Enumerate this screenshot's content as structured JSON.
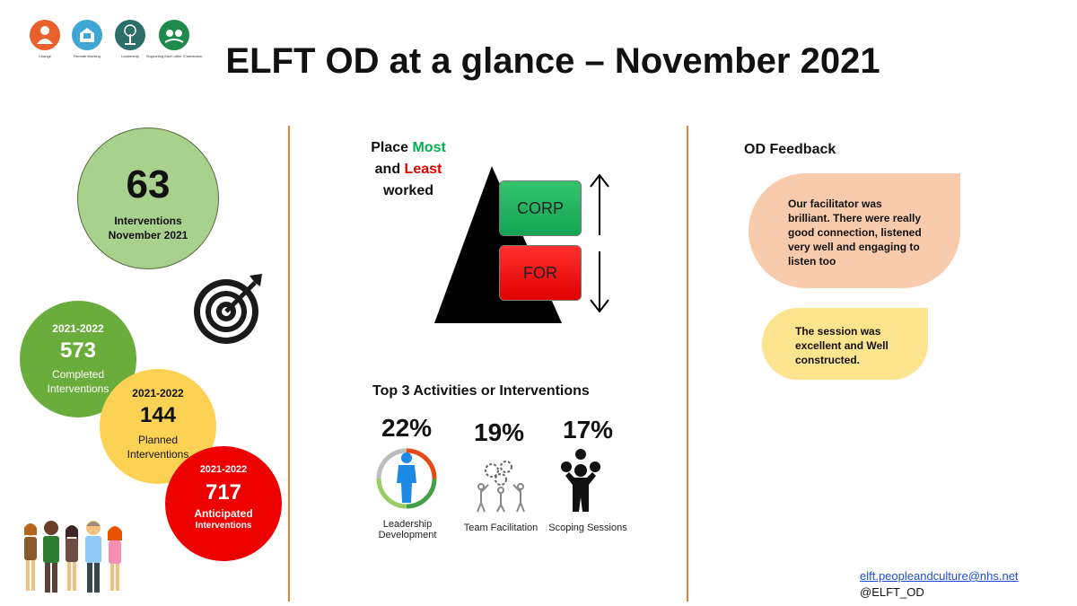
{
  "header": {
    "icons": [
      {
        "name": "change-icon",
        "label": "Change",
        "color": "#e8602c"
      },
      {
        "name": "remote-working-icon",
        "label": "Remote Working",
        "color": "#3fa7d6"
      },
      {
        "name": "leadership-icon",
        "label": "Leadership",
        "color": "#2b6e6a"
      },
      {
        "name": "supporting-connection-icon",
        "label": "Supporting Each other /Connection",
        "color": "#1e8a4c"
      }
    ],
    "title": "ELFT OD at a glance – November 2021"
  },
  "left": {
    "monthly": {
      "value": "63",
      "label_line1": "Interventions",
      "label_line2": "November 2021",
      "color": "#a9d18e"
    },
    "completed": {
      "year": "2021-2022",
      "value": "573",
      "label_line1": "Completed",
      "label_line2": "Interventions",
      "color": "#6aad3c"
    },
    "planned": {
      "year": "2021-2022",
      "value": "144",
      "label_line1": "Planned",
      "label_line2": "Interventions",
      "color": "#fcd254"
    },
    "anticipated": {
      "year": "2021-2022",
      "value": "717",
      "label_line1": "Anticipated",
      "label_line2": "Interventions",
      "color": "#ee0000"
    }
  },
  "middle": {
    "place_title": {
      "w_place": "Place",
      "w_most": "Most",
      "w_and": "and",
      "w_least": "Least",
      "w_worked": "worked"
    },
    "most_place": "CORP",
    "least_place": "FOR",
    "top3_title": "Top 3 Activities or Interventions",
    "activities": [
      {
        "percent": "22%",
        "label_line1": "Leadership",
        "label_line2": "Development"
      },
      {
        "percent": "19%",
        "label_line1": "Team Facilitation",
        "label_line2": ""
      },
      {
        "percent": "17%",
        "label_line1": "Scoping Sessions",
        "label_line2": ""
      }
    ]
  },
  "right": {
    "feedback_title": "OD Feedback",
    "feedback": [
      "Our facilitator was brilliant. There were really good connection, listened very well and engaging to listen too",
      "The session was excellent and Well constructed."
    ],
    "email": "elft.peopleandculture@nhs.net",
    "handle": "@ELFT_OD"
  }
}
